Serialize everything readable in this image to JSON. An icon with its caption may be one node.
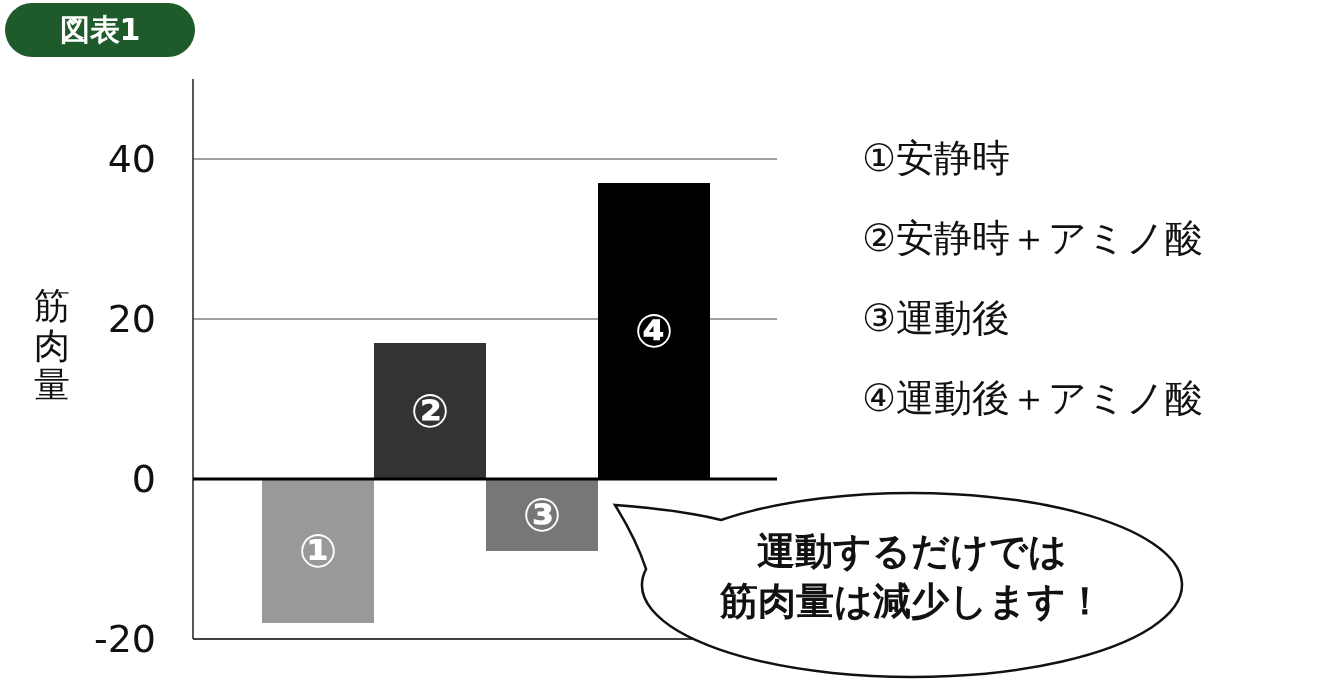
{
  "diagram": {
    "title": "図表1",
    "nodes": [
      {
        "text": [
          "運動するだけでは筋肉量は減少します！"
        ]
      }
    ],
    "labels": [
      "①安静時",
      "②安静時＋アミノ酸",
      "③運動後",
      "④運動後＋アミノ酸"
    ],
    "chart_data": {
      "type": "bar",
      "ylabel": "筋肉量",
      "categories": [
        null,
        null,
        null,
        null
      ],
      "stacked": true,
      "ylim": [
        -20,
        50
      ],
      "yticks": [
        -20,
        0,
        20,
        40
      ],
      "series": [
        {
          "name": "①",
          "color": "#999999",
          "values": [
            -18,
            null,
            null,
            null
          ]
        },
        {
          "name": "②",
          "color": "#333333",
          "values": [
            null,
            17,
            null,
            null
          ]
        },
        {
          "name": "③",
          "color": "#777777",
          "values": [
            null,
            null,
            -9,
            null
          ]
        },
        {
          "name": "④",
          "color": "#000000",
          "values": [
            null,
            null,
            null,
            37
          ]
        }
      ]
    }
  }
}
